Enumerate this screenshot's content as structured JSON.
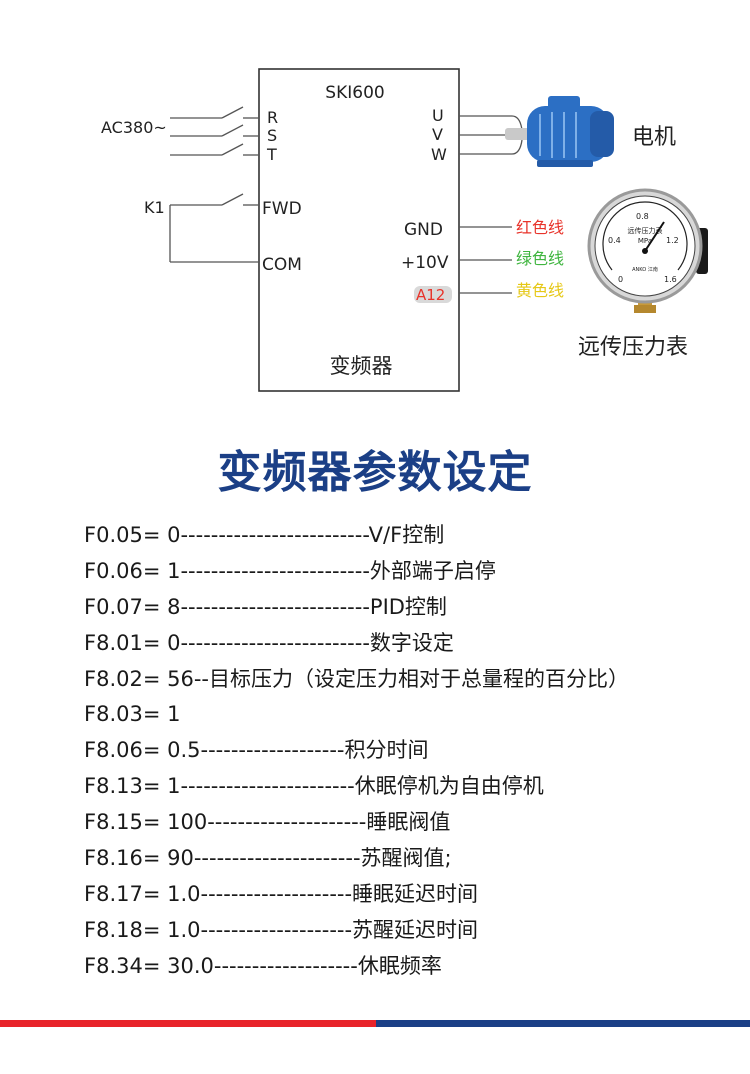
{
  "diagram": {
    "inverter_model": "SKI600",
    "inverter_name": "变频器",
    "power_label": "AC380~",
    "switch_label": "K1",
    "input_terminals": [
      "R",
      "S",
      "T"
    ],
    "output_terminals": [
      "U",
      "V",
      "W"
    ],
    "control_terminals": [
      "FWD",
      "COM"
    ],
    "signal_terminals": [
      "GND",
      "+10V",
      "A12"
    ],
    "motor_label": "电机",
    "gauge_label": "远传压力表",
    "gauge_face": {
      "title": "远传压力表",
      "unit": "MPa",
      "ticks": [
        "0",
        "0.4",
        "0.8",
        "1.2",
        "1.6"
      ],
      "brand": "ANKO 江南"
    },
    "wires": [
      {
        "text": "红色线",
        "color": "#e8332a"
      },
      {
        "text": "绿色线",
        "color": "#3fb53f"
      },
      {
        "text": "黄色线",
        "color": "#e6c817"
      }
    ],
    "colors": {
      "line": "#555555",
      "box": "#333333",
      "a12_highlight": "#d9d9d9",
      "a12_text": "#e8332a",
      "motor": "#2c6fc4"
    }
  },
  "section_title": "变频器参数设定",
  "params": [
    "F0.05= 0-------------------------V/F控制",
    "F0.06= 1-------------------------外部端子启停",
    "F0.07= 8-------------------------PID控制",
    "F8.01= 0-------------------------数字设定",
    "F8.02= 56--目标压力（设定压力相对于总量程的百分比）",
    "F8.03= 1",
    "F8.06= 0.5-------------------积分时间",
    "F8.13= 1-----------------------休眠停机为自由停机",
    "F8.15= 100---------------------睡眠阀值",
    "F8.16= 90----------------------苏醒阀值;",
    "F8.17= 1.0--------------------睡眠延迟时间",
    "F8.18= 1.0--------------------苏醒延迟时间",
    "F8.34= 30.0-------------------休眠频率"
  ],
  "colors": {
    "title": "#1b3f86",
    "bar_left": "#e8242a",
    "bar_right": "#1b3f86"
  }
}
